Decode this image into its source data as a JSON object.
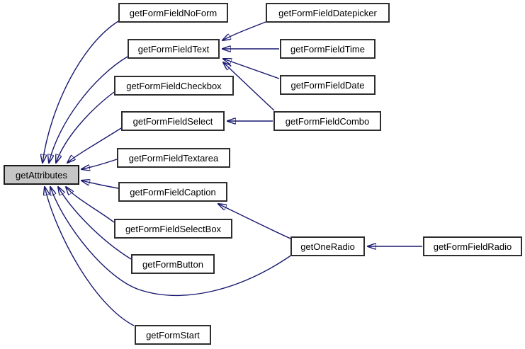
{
  "graph": {
    "type": "doxygen-caller-graph",
    "background_color": "#ffffff",
    "edge_color": "#191970",
    "node_border_color": "#2e2e2e",
    "node_fill_color": "#ffffff",
    "highlight_fill_color": "#c6c6c6",
    "text_color": "#000000",
    "nodes": [
      {
        "id": "getAttributes",
        "label": "getAttributes",
        "highlighted": true
      },
      {
        "id": "getFormFieldNoForm",
        "label": "getFormFieldNoForm",
        "highlighted": false
      },
      {
        "id": "getFormFieldDatepicker",
        "label": "getFormFieldDatepicker",
        "highlighted": false
      },
      {
        "id": "getFormFieldText",
        "label": "getFormFieldText",
        "highlighted": false
      },
      {
        "id": "getFormFieldTime",
        "label": "getFormFieldTime",
        "highlighted": false
      },
      {
        "id": "getFormFieldCheckbox",
        "label": "getFormFieldCheckbox",
        "highlighted": false
      },
      {
        "id": "getFormFieldDate",
        "label": "getFormFieldDate",
        "highlighted": false
      },
      {
        "id": "getFormFieldSelect",
        "label": "getFormFieldSelect",
        "highlighted": false
      },
      {
        "id": "getFormFieldCombo",
        "label": "getFormFieldCombo",
        "highlighted": false
      },
      {
        "id": "getFormFieldTextarea",
        "label": "getFormFieldTextarea",
        "highlighted": false
      },
      {
        "id": "getFormFieldCaption",
        "label": "getFormFieldCaption",
        "highlighted": false
      },
      {
        "id": "getFormFieldSelectBox",
        "label": "getFormFieldSelectBox",
        "highlighted": false
      },
      {
        "id": "getFormButton",
        "label": "getFormButton",
        "highlighted": false
      },
      {
        "id": "getOneRadio",
        "label": "getOneRadio",
        "highlighted": false
      },
      {
        "id": "getFormFieldRadio",
        "label": "getFormFieldRadio",
        "highlighted": false
      },
      {
        "id": "getFormStart",
        "label": "getFormStart",
        "highlighted": false
      }
    ],
    "edges": [
      {
        "from": "getFormFieldNoForm",
        "to": "getAttributes"
      },
      {
        "from": "getFormFieldText",
        "to": "getAttributes"
      },
      {
        "from": "getFormFieldCheckbox",
        "to": "getAttributes"
      },
      {
        "from": "getFormFieldSelect",
        "to": "getAttributes"
      },
      {
        "from": "getFormFieldTextarea",
        "to": "getAttributes"
      },
      {
        "from": "getFormFieldCaption",
        "to": "getAttributes"
      },
      {
        "from": "getFormFieldSelectBox",
        "to": "getAttributes"
      },
      {
        "from": "getFormButton",
        "to": "getAttributes"
      },
      {
        "from": "getOneRadio",
        "to": "getAttributes"
      },
      {
        "from": "getFormStart",
        "to": "getAttributes"
      },
      {
        "from": "getFormFieldDatepicker",
        "to": "getFormFieldText"
      },
      {
        "from": "getFormFieldTime",
        "to": "getFormFieldText"
      },
      {
        "from": "getFormFieldDate",
        "to": "getFormFieldText"
      },
      {
        "from": "getFormFieldCombo",
        "to": "getFormFieldText"
      },
      {
        "from": "getFormFieldCombo",
        "to": "getFormFieldSelect"
      },
      {
        "from": "getOneRadio",
        "to": "getFormFieldCaption"
      },
      {
        "from": "getFormFieldRadio",
        "to": "getOneRadio"
      }
    ]
  }
}
